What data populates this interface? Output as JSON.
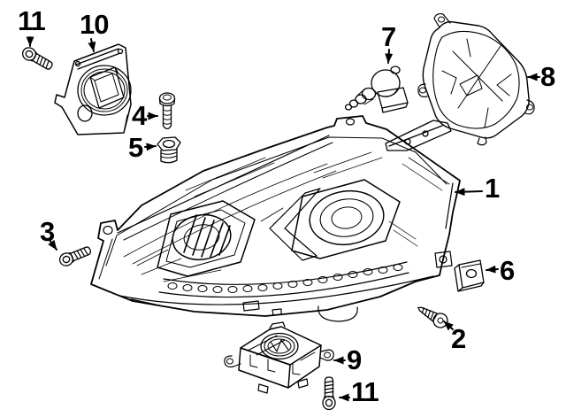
{
  "diagram": {
    "background_color": "#ffffff",
    "line_color": "#000000",
    "callouts": [
      {
        "label": "11",
        "part": "flange-bolt"
      },
      {
        "label": "10",
        "part": "led-control-module"
      },
      {
        "label": "4",
        "part": "socket-head-bolt"
      },
      {
        "label": "5",
        "part": "grommet-nut"
      },
      {
        "label": "7",
        "part": "bulb-socket"
      },
      {
        "label": "8",
        "part": "rear-cover-cap"
      },
      {
        "label": "1",
        "part": "headlamp-assembly"
      },
      {
        "label": "6",
        "part": "retaining-clip"
      },
      {
        "label": "2",
        "part": "tapping-screw"
      },
      {
        "label": "9",
        "part": "ballast-control-unit"
      },
      {
        "label": "11",
        "part": "flange-bolt"
      },
      {
        "label": "3",
        "part": "flange-bolt"
      }
    ]
  }
}
